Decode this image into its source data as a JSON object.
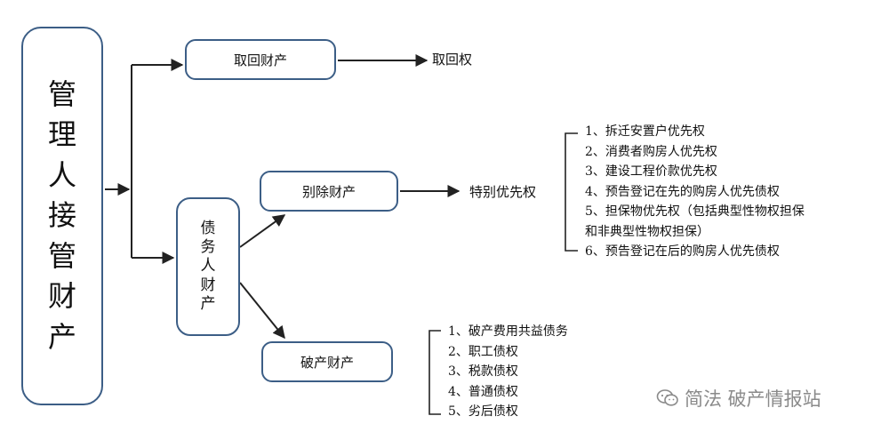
{
  "root": {
    "chars": [
      "管",
      "理",
      "人",
      "接",
      "管",
      "财",
      "产"
    ]
  },
  "retrieve": {
    "label": "取回财产",
    "result": "取回权"
  },
  "debtor": {
    "chars": [
      "债",
      "务",
      "人",
      "财",
      "产"
    ]
  },
  "exclusion": {
    "label": "别除财产",
    "result": "特别优先权",
    "items": [
      "1、拆迁安置户优先权",
      "2、消费者购房人优先权",
      "3、建设工程价款优先权",
      "4、预告登记在先的购房人优先债权",
      "5、担保物优先权（包括典型性物权担保",
      "和非典型性物权担保）",
      "6、预告登记在后的购房人优先债权"
    ]
  },
  "bankruptcy": {
    "label": "破产财产",
    "items": [
      "1、破产费用共益债务",
      "2、职工债权",
      "3、税款债权",
      "4、普通债权",
      "5、劣后债权"
    ]
  },
  "watermark": {
    "text": "简法 破产情报站",
    "icon": "wechat-icon"
  },
  "colors": {
    "box_border": "#3c5e86",
    "line": "#222222",
    "watermark": "#8a8a8a"
  }
}
